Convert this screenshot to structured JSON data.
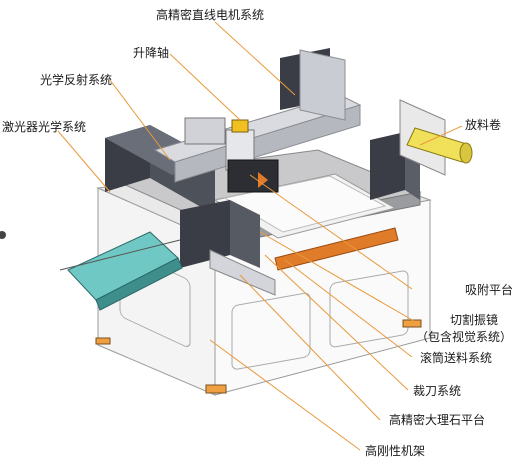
{
  "callouts": {
    "linear_motor": "高精密直线电机系统",
    "lift_axis": "升降轴",
    "optical_reflection": "光学反射系统",
    "laser_optics": "激光器光学系统",
    "unwind_roll": "放料卷",
    "vacuum_platform": "吸附平台",
    "galvo_line1": "切割振镜",
    "galvo_line2": "（包含视觉系统）",
    "roller_feed": "滚筒送料系统",
    "cutter": "裁刀系统",
    "marble_platform": "高精密大理石平台",
    "rigid_frame": "高刚性机架"
  },
  "colors": {
    "leader": "#e89a3c",
    "frame": "#f7f7f7",
    "dark_module": "#3a3d45",
    "gantry": "#d9dbe0",
    "tray": "#6fc8c4",
    "roll": "#f0e05a",
    "orange_roller": "#e07b2a"
  }
}
